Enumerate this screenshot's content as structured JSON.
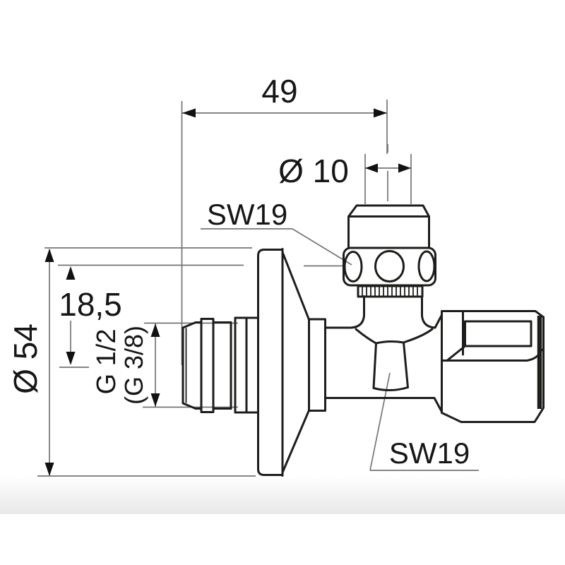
{
  "page": {
    "background": "#ffffff",
    "shadow_band_color": "#e9e9e9"
  },
  "drawing": {
    "subject": "angle-valve side view technical drawing",
    "line_color": "#1d1d1b",
    "dimension_color": "#757575",
    "text_color": "#161616",
    "labels": {
      "total_depth": "49",
      "pipe_diameter": "Ø 10",
      "wrench_size_top": "SW19",
      "offset_depth": "18,5",
      "flange_diameter": "Ø 54",
      "thread_size": "G 1/2",
      "thread_size_alt": "(G 3/8)",
      "wrench_size_bottom": "SW19"
    }
  }
}
